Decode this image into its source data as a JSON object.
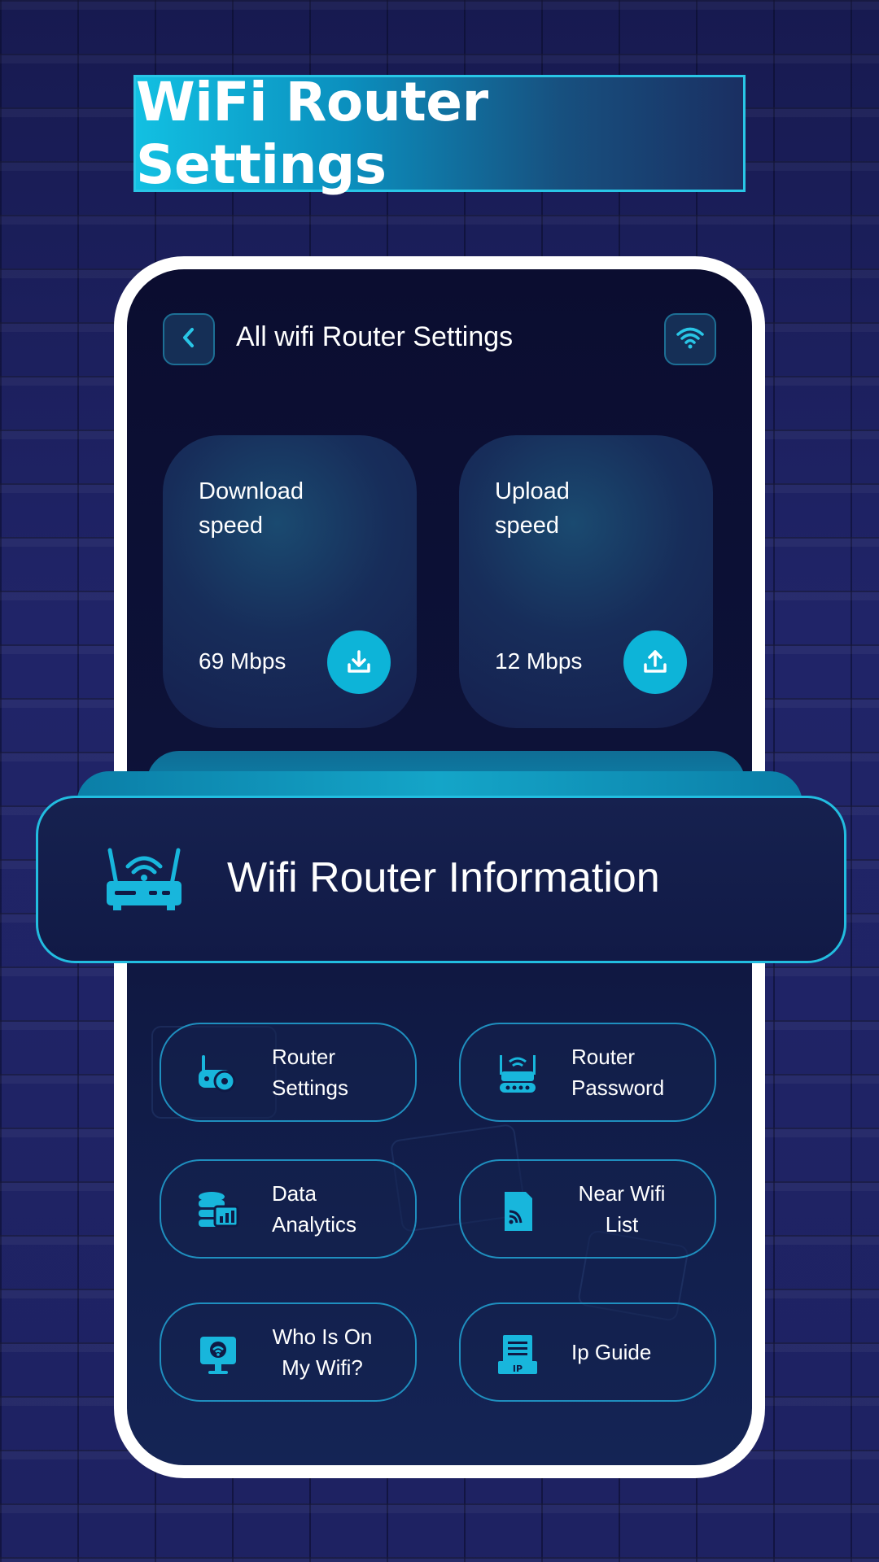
{
  "banner": {
    "title": "WiFi Router Settings"
  },
  "topbar": {
    "title": "All wifi Router Settings"
  },
  "speed": {
    "download": {
      "label": "Download\nspeed",
      "value": "69 Mbps"
    },
    "upload": {
      "label": "Upload\nspeed",
      "value": "12 Mbps"
    }
  },
  "info_card": {
    "title": "Wifi Router Information"
  },
  "menu": {
    "router_settings": "Router\nSettings",
    "router_password": "Router\nPassword",
    "data_analytics": "Data\nAnalytics",
    "near_wifi": "Near Wifi\nList",
    "who_is_on": "Who Is On\nMy  Wifi?",
    "ip_guide": "Ip Guide"
  },
  "colors": {
    "accent": "#0db4d8",
    "border": "#22bde0",
    "card": "#161f4e"
  },
  "icons": [
    "back-chevron-icon",
    "wifi-icon",
    "download-icon",
    "upload-icon",
    "router-icon",
    "router-settings-icon",
    "router-password-icon",
    "data-analytics-icon",
    "near-wifi-icon",
    "who-is-on-icon",
    "ip-guide-icon"
  ]
}
